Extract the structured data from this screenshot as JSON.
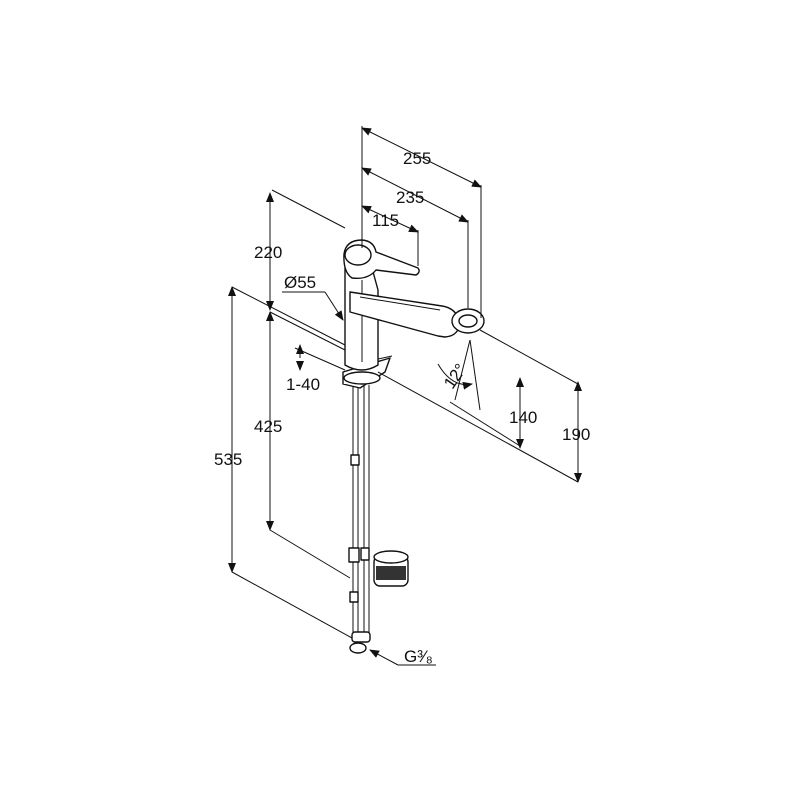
{
  "dimensions": {
    "width_total": "255",
    "width_spout": "235",
    "width_lever": "115",
    "height_lever": "220",
    "diameter": "Ø55",
    "deck_thickness": "1-40",
    "height_spout": "425",
    "height_total": "535",
    "spray_angle": "12°",
    "outlet_height": "140",
    "spout_reach": "190",
    "connection": "G³⁄₈"
  },
  "colors": {
    "line": "#111111",
    "background": "#ffffff"
  }
}
